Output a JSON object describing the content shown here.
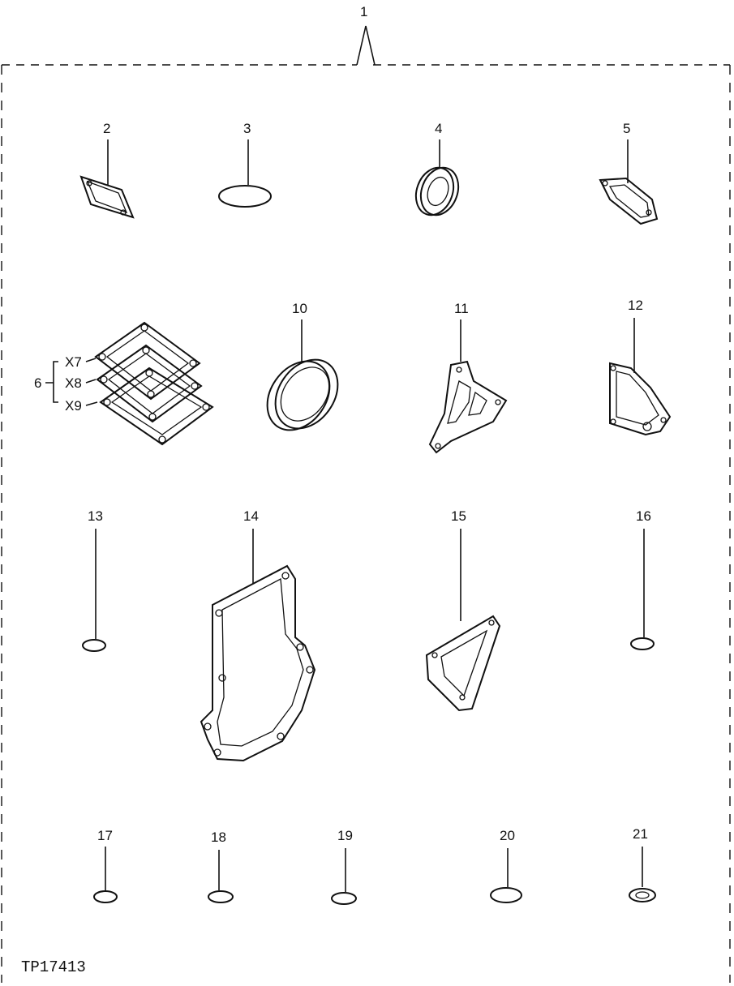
{
  "figure_id": "TP17413",
  "kit_callout": "1",
  "callouts": {
    "p2": "2",
    "p3": "3",
    "p4": "4",
    "p5": "5",
    "p6": "6",
    "p7": "X7",
    "p8": "X8",
    "p9": "X9",
    "p10": "10",
    "p11": "11",
    "p12": "12",
    "p13": "13",
    "p14": "14",
    "p15": "15",
    "p16": "16",
    "p17": "17",
    "p18": "18",
    "p19": "19",
    "p20": "20",
    "p21": "21"
  }
}
